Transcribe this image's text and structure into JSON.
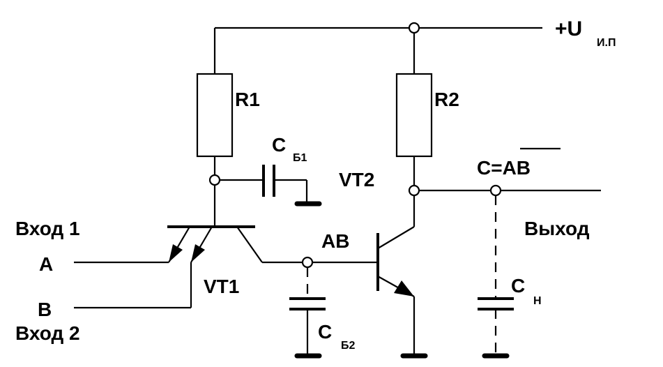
{
  "labels": {
    "supply_main": "+U",
    "supply_sub": "И.П",
    "r1": "R1",
    "r2": "R2",
    "cb1_main": "C",
    "cb1_sub": "Б1",
    "vt2": "VT2",
    "out_expr": "C=AB",
    "input1": "Вход 1",
    "input_a": "A",
    "input_b": "B",
    "input2": "Вход 2",
    "ab": "AB",
    "vt1": "VT1",
    "output": "Выход",
    "cn_main": "C",
    "cn_sub": "Н",
    "cb2_main": "C",
    "cb2_sub": "Б2"
  }
}
